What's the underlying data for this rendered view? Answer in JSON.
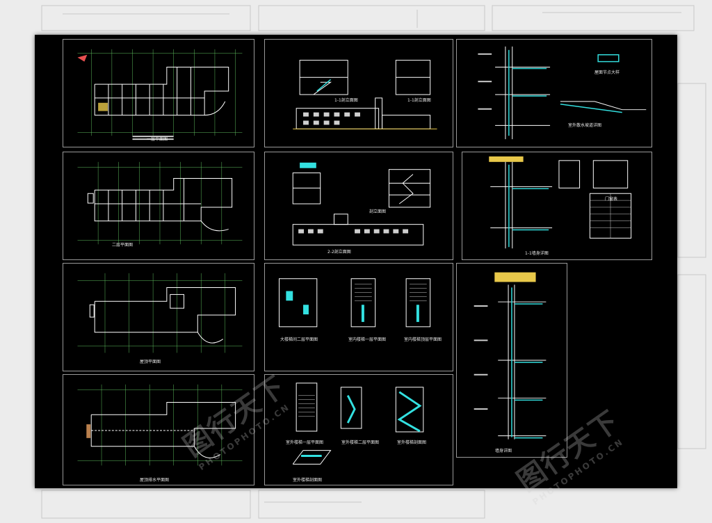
{
  "background_color": "#ececec",
  "sheet_color": "#000000",
  "line_colors": {
    "wall": "#ffffff",
    "grid": "#5fbf5f",
    "cyan": "#33e0e0",
    "yellow": "#e8c84a",
    "dim": "#cfcfcf"
  },
  "captions": {
    "p1": "一层平面图",
    "p2": "二层平面图",
    "p3": "屋顶平面图",
    "p4": "屋顶排水平面图",
    "s1": "1-1剖立面图",
    "s1b": "1-1剖立面图",
    "s2": "2-2剖立面图",
    "s2b": "剖立面图",
    "st1": "大楼梯间二层平面图",
    "st2": "室内楼梯一层平面图",
    "st3": "室内楼梯顶层平面图",
    "st4": "室外楼梯一层平面图",
    "st5": "室外楼梯二层平面图",
    "st6": "室外楼梯剖面图",
    "st7": "室外楼梯剖面图",
    "d1": "屋面节点大样",
    "d2": "室外散水坡道详图",
    "d3": "1-1墙身详图",
    "d4": "墙身详图",
    "table_title": "门窗表"
  },
  "watermarks": [
    {
      "text": "图行天下",
      "sub": "PHOTOPHOTO.CN"
    },
    {
      "text": "图行天下",
      "sub": "PHOTOPHOTO.CN"
    }
  ]
}
